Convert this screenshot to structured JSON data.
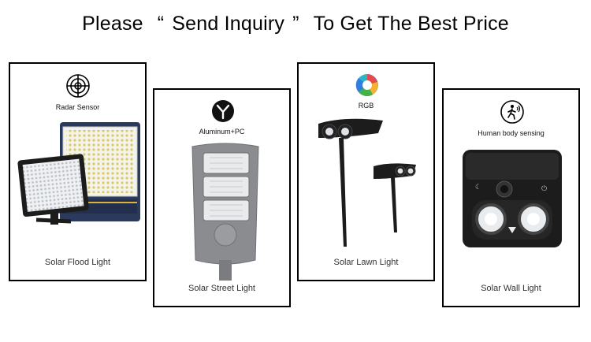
{
  "header": {
    "prefix": "Please",
    "open_quote": "“",
    "highlight": "Send Inquiry",
    "close_quote": "”",
    "suffix": "To Get The Best Price"
  },
  "products": [
    {
      "feature": "Radar Sensor",
      "icon": "radar-icon",
      "name": "Solar Flood Light"
    },
    {
      "feature": "Aluminum+PC",
      "icon": "aluminum-y-icon",
      "name": "Solar Street Light"
    },
    {
      "feature": "RGB",
      "icon": "rgb-color-wheel-icon",
      "name": "Solar Lawn Light"
    },
    {
      "feature": "Human body sensing",
      "icon": "motion-sensor-icon",
      "name": "Solar Wall Light"
    }
  ],
  "colors": {
    "border": "#000000",
    "product_dark": "#1c1c1c",
    "panel_blue": "#2b3a5c",
    "street_gray": "#8a8c90",
    "accent_yellow": "#d9b33a"
  }
}
